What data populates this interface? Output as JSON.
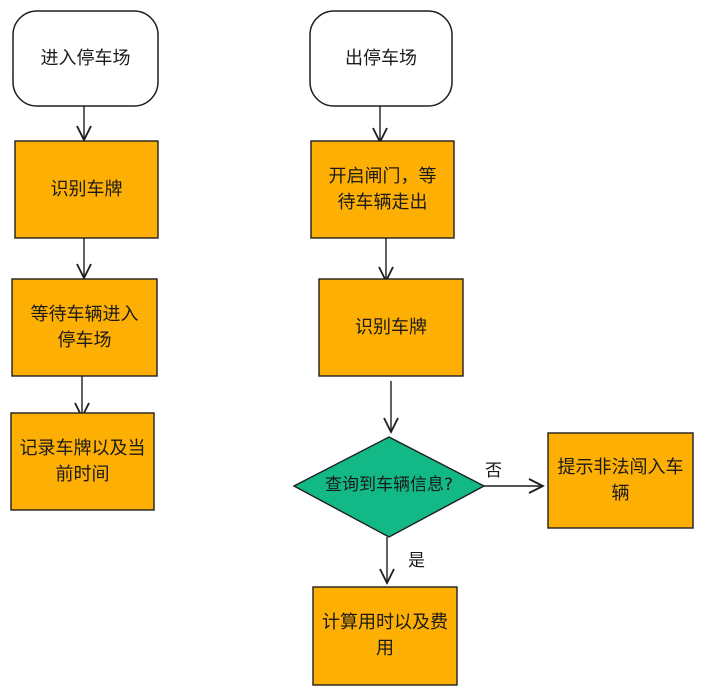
{
  "colors": {
    "process_fill": "#fdb003",
    "decision_fill": "#12b886",
    "stroke": "#1e1e1e",
    "terminal_fill": "#ffffff"
  },
  "left_flow": {
    "start": "进入停车场",
    "step1": "识别车牌",
    "step2": "等待车辆进入停车场",
    "step3": "记录车牌以及当前时间"
  },
  "right_flow": {
    "start": "出停车场",
    "step1": "开启闸门，等待车辆走出",
    "step2": "识别车牌",
    "decision": "查询到车辆信息?",
    "yes_label": "是",
    "no_label": "否",
    "yes_result": "计算用时以及费用",
    "no_result": "提示非法闯入车辆"
  }
}
